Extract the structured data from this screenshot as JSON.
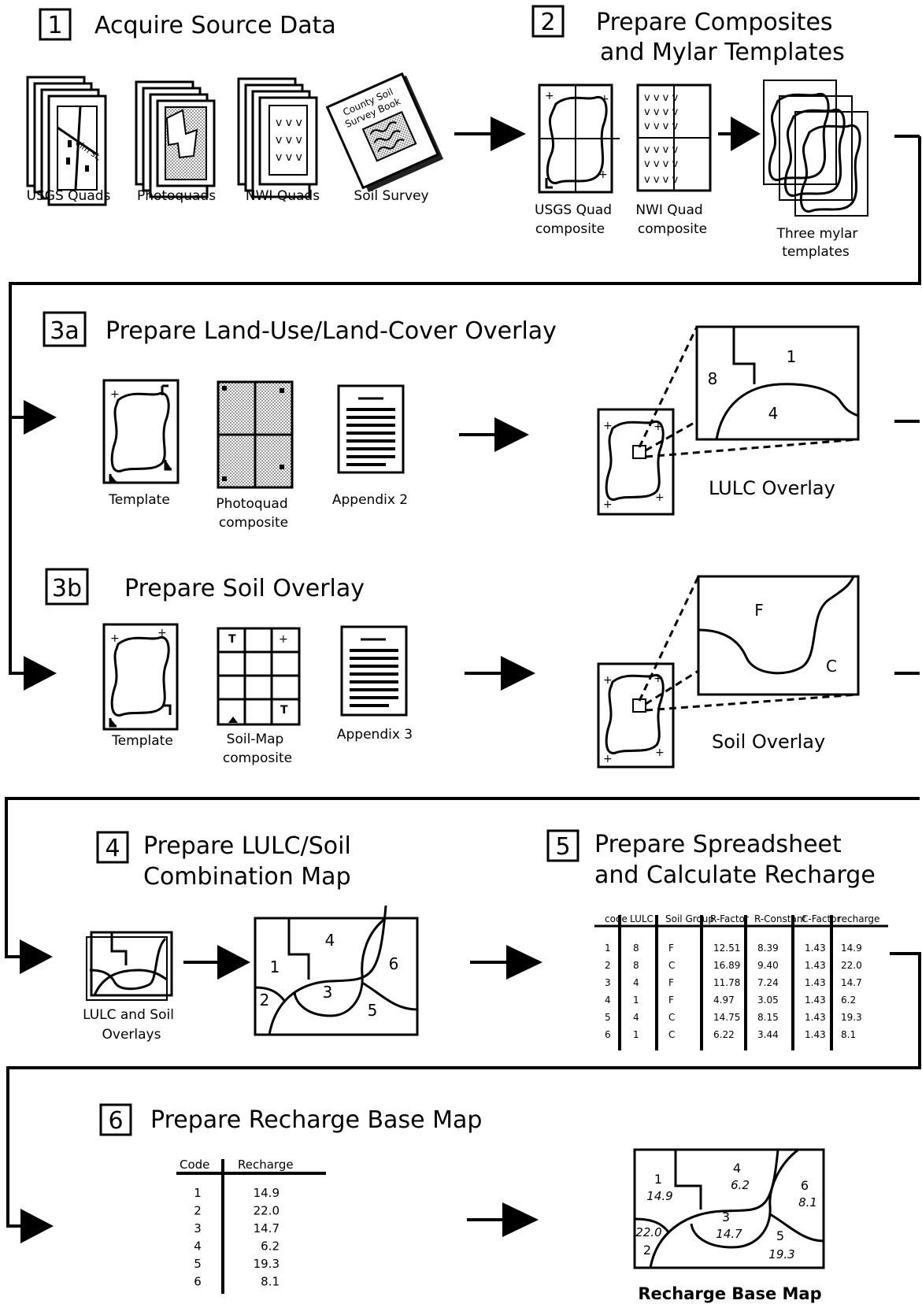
{
  "steps": {
    "s1": {
      "num": "1",
      "title": "Acquire Source Data"
    },
    "s2": {
      "num": "2",
      "title_line1": "Prepare Composites",
      "title_line2": "and Mylar Templates"
    },
    "s3a": {
      "num": "3a",
      "title": "Prepare Land-Use/Land-Cover Overlay"
    },
    "s3b": {
      "num": "3b",
      "title": "Prepare Soil Overlay"
    },
    "s4": {
      "num": "4",
      "title_line1": "Prepare LULC/Soil",
      "title_line2": "Combination Map"
    },
    "s5": {
      "num": "5",
      "title_line1": "Prepare Spreadsheet",
      "title_line2": "and Calculate Recharge"
    },
    "s6": {
      "num": "6",
      "title": "Prepare Recharge Base Map"
    }
  },
  "captions": {
    "usgs_quads": "USGS Quads",
    "photoquads": "Photoquads",
    "nwi_quads": "NWI Quads",
    "soil_survey": "Soil Survey",
    "book_title_1": "County Soil",
    "book_title_2": "Survey Book",
    "street_label": "elm st.",
    "usgs_composite_1": "USGS Quad",
    "usgs_composite_2": "composite",
    "nwi_composite_1": "NWI Quad",
    "nwi_composite_2": "composite",
    "mylar_1": "Three mylar",
    "mylar_2": "templates",
    "template_a": "Template",
    "photoquad_composite_1": "Photoquad",
    "photoquad_composite_2": "composite",
    "appendix2": "Appendix 2",
    "lulc_overlay": "LULC Overlay",
    "template_b": "Template",
    "soilmap_composite_1": "Soil-Map",
    "soilmap_composite_2": "composite",
    "appendix3": "Appendix 3",
    "soil_overlay": "Soil Overlay",
    "lulc_soil_overlays_1": "LULC and Soil",
    "lulc_soil_overlays_2": "Overlays",
    "recharge_base_map": "Recharge Base Map"
  },
  "lulc_zoom_labels": [
    "1",
    "8",
    "4"
  ],
  "soil_zoom_labels": [
    "F",
    "C"
  ],
  "combo_map_labels": [
    "4",
    "1",
    "6",
    "3",
    "2",
    "5"
  ],
  "spreadsheet": {
    "headers": [
      "code",
      "LULC",
      "Soil Group",
      "R-Factor",
      "R-Constant",
      "C-Factor",
      "recharge"
    ],
    "rows": [
      [
        "1",
        "8",
        "F",
        "12.51",
        "8.39",
        "1.43",
        "14.9"
      ],
      [
        "2",
        "8",
        "C",
        "16.89",
        "9.40",
        "1.43",
        "22.0"
      ],
      [
        "3",
        "4",
        "F",
        "11.78",
        "7.24",
        "1.43",
        "14.7"
      ],
      [
        "4",
        "1",
        "F",
        "4.97",
        "3.05",
        "1.43",
        "6.2"
      ],
      [
        "5",
        "4",
        "C",
        "14.75",
        "8.15",
        "1.43",
        "19.3"
      ],
      [
        "6",
        "1",
        "C",
        "6.22",
        "3.44",
        "1.43",
        "8.1"
      ]
    ]
  },
  "recharge_table": {
    "headers": [
      "Code",
      "Recharge"
    ],
    "rows": [
      [
        "1",
        "14.9"
      ],
      [
        "2",
        "22.0"
      ],
      [
        "3",
        "14.7"
      ],
      [
        "4",
        "6.2"
      ],
      [
        "5",
        "19.3"
      ],
      [
        "6",
        "8.1"
      ]
    ]
  },
  "recharge_map": {
    "zones": [
      {
        "code": "1",
        "value": "14.9"
      },
      {
        "code": "4",
        "value": "6.2"
      },
      {
        "code": "6",
        "value": "8.1"
      },
      {
        "code": "3",
        "value": "14.7"
      },
      {
        "code": "2",
        "value": "22.0"
      },
      {
        "code": "5",
        "value": "19.3"
      }
    ]
  }
}
